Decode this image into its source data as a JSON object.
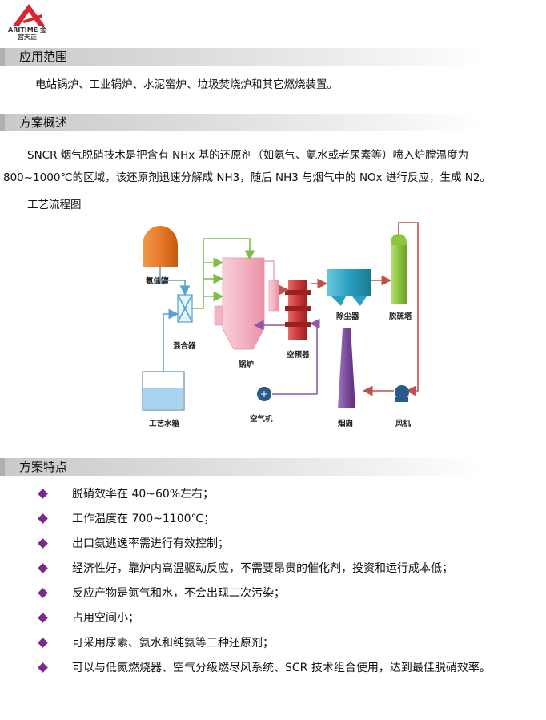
{
  "logo": {
    "text": "ARITIME 金宫天正",
    "icon": "triangle-A-logo"
  },
  "sections": {
    "application": {
      "title": "应用范围",
      "text": "电站锅炉、工业锅炉、水泥窑炉、垃圾焚烧炉和其它燃烧装置。"
    },
    "overview": {
      "title": "方案概述",
      "line1": "SNCR 烟气脱硝技术是把含有 NHx 基的还原剂（如氨气、氨水或者尿素等）喷入炉膛温度为",
      "line2": "800~1000℃的区域，该还原剂迅速分解成 NH3，随后 NH3 与烟气中的 NOx 进行反应，生成 N2。",
      "diagram_title": "工艺流程图"
    },
    "features": {
      "title": "方案特点",
      "items": [
        "脱硝效率在 40~60%左右；",
        "工作温度在 700~1100℃；",
        "出口氨逃逸率需进行有效控制；",
        "经济性好，靠炉内高温驱动反应，不需要昂贵的催化剂，投资和运行成本低；",
        "反应产物是氮气和水，不会出现二次污染；",
        "占用空间小；",
        "可采用尿素、氨水和纯氨等三种还原剂；",
        "可以与低氮燃烧器、空气分级燃尽风系统、SCR 技术组合使用，达到最佳脱硝效率。"
      ]
    }
  },
  "diagram": {
    "labels": {
      "ammonia_tank": "氨储罐",
      "mixer": "混合器",
      "water_tank": "工艺水箱",
      "boiler": "锅炉",
      "air_preheater": "空预器",
      "air_blower": "空气机",
      "dust_collector": "除尘器",
      "desulfurization_tower": "脱硫塔",
      "chimney": "烟囱",
      "fan": "风机"
    },
    "colors": {
      "ammonia_tank": "#e87a2a",
      "mixer": "#4aa8c8",
      "water_tank": "#a9d4ef",
      "boiler": "#f2b3c2",
      "air_preheater": "#c93a3a",
      "dust_collector": "#2aa0c0",
      "desulfurization_tower": "#8cc63f",
      "chimney": "#7b4a9a",
      "blower": "#2a5a8c",
      "green_line": "#7bbf4a",
      "blue_line": "#5aa0d0",
      "red_line": "#c0504d",
      "purple_line": "#8a5aa8"
    }
  }
}
